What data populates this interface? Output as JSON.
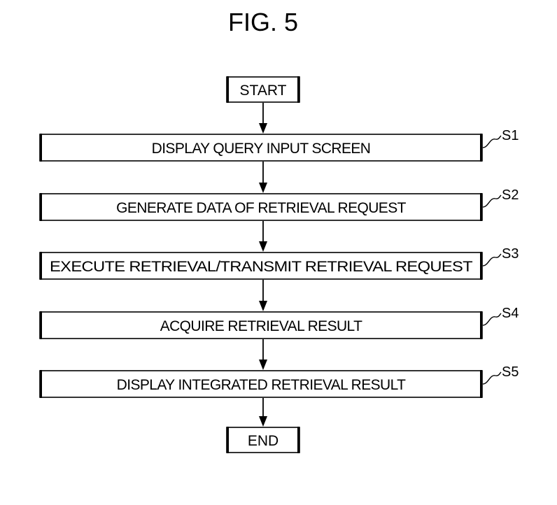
{
  "figure": {
    "title": "FIG. 5"
  },
  "flowchart": {
    "start": "START",
    "end": "END",
    "steps": [
      {
        "label": "S1",
        "text": "DISPLAY QUERY INPUT SCREEN"
      },
      {
        "label": "S2",
        "text": "GENERATE DATA OF RETRIEVAL REQUEST"
      },
      {
        "label": "S3",
        "text": "EXECUTE RETRIEVAL/TRANSMIT RETRIEVAL REQUEST"
      },
      {
        "label": "S4",
        "text": "ACQUIRE RETRIEVAL RESULT"
      },
      {
        "label": "S5",
        "text": "DISPLAY INTEGRATED RETRIEVAL RESULT"
      }
    ]
  },
  "colors": {
    "ink": "#000000",
    "paper": "#ffffff"
  }
}
